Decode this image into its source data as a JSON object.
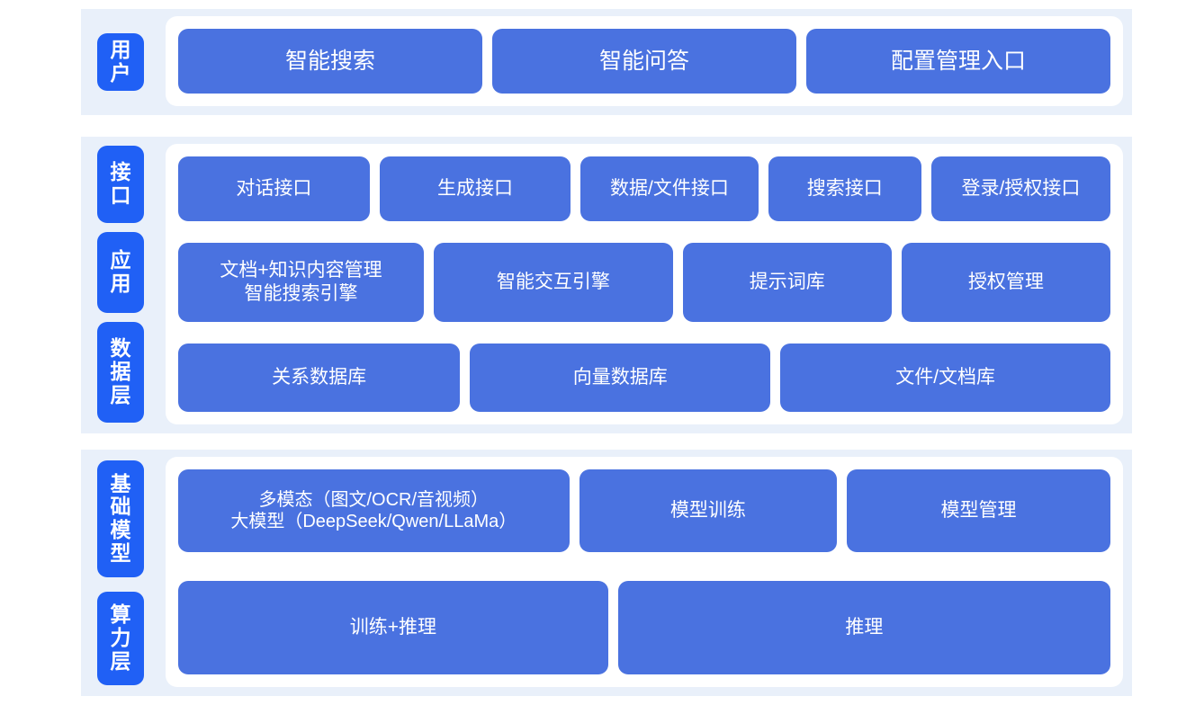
{
  "colors": {
    "band_background": "#e9f0fa",
    "card_background": "#ffffff",
    "box_fill": "#4a72e0",
    "label_fill": "#2060f5",
    "text_on_blue": "#ffffff",
    "page_background": "#ffffff"
  },
  "diagram": {
    "type": "layered-architecture",
    "sections": [
      {
        "id": "user",
        "labels": [
          "用户"
        ],
        "rows": [
          {
            "id": "user-entries",
            "boxes": [
              {
                "text": "智能搜索",
                "flex": 1
              },
              {
                "text": "智能问答",
                "flex": 1
              },
              {
                "text": "配置管理入口",
                "flex": 1
              }
            ]
          }
        ]
      },
      {
        "id": "middle",
        "labels": [
          "接口",
          "应用",
          "数据层"
        ],
        "rows": [
          {
            "id": "api",
            "boxes": [
              {
                "text": "对话接口",
                "flex": 1.02
              },
              {
                "text": "生成接口",
                "flex": 1.02
              },
              {
                "text": "数据/文件接口",
                "flex": 0.94
              },
              {
                "text": "搜索接口",
                "flex": 0.8
              },
              {
                "text": "登录/授权接口",
                "flex": 0.95
              }
            ]
          },
          {
            "id": "application",
            "boxes": [
              {
                "text": "文档+知识内容管理\n智能搜索引擎",
                "flex": 1.07
              },
              {
                "text": "智能交互引擎",
                "flex": 1.04
              },
              {
                "text": "提示词库",
                "flex": 0.9
              },
              {
                "text": "授权管理",
                "flex": 0.9
              }
            ]
          },
          {
            "id": "data",
            "boxes": [
              {
                "text": "关系数据库",
                "flex": 1
              },
              {
                "text": "向量数据库",
                "flex": 1.07
              },
              {
                "text": "文件/文档库",
                "flex": 1.18
              }
            ]
          }
        ]
      },
      {
        "id": "base",
        "labels": [
          "基础模型",
          "算力层"
        ],
        "rows": [
          {
            "id": "foundation-model",
            "boxes": [
              {
                "text": "多模态（图文/OCR/音视频）\n大模型（DeepSeek/Qwen/LLaMa）",
                "flex": 1.3
              },
              {
                "text": "模型训练",
                "flex": 0.84
              },
              {
                "text": "模型管理",
                "flex": 0.86
              }
            ]
          },
          {
            "id": "compute",
            "boxes": [
              {
                "text": "训练+推理",
                "flex": 1.0
              },
              {
                "text": "推理",
                "flex": 1.15
              }
            ]
          }
        ]
      }
    ]
  }
}
